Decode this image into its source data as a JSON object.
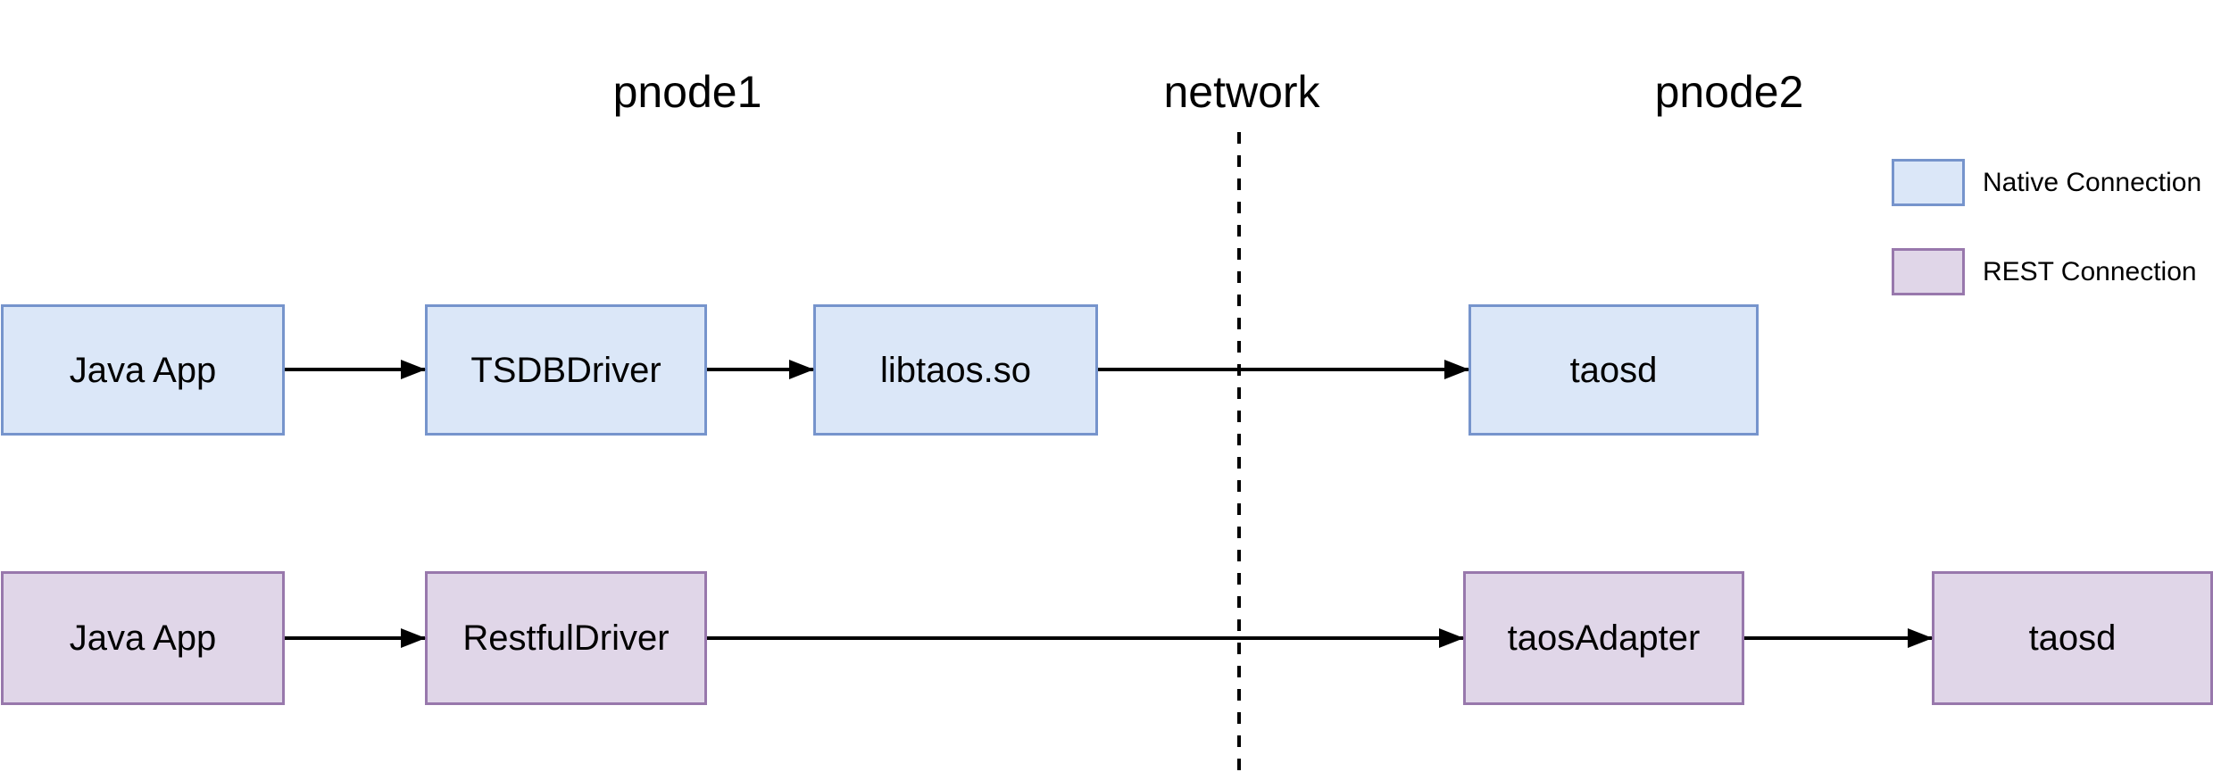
{
  "diagram": {
    "headers": {
      "pnode1": "pnode1",
      "network": "network",
      "pnode2": "pnode2"
    },
    "legend": {
      "native": {
        "label": "Native Connection",
        "fill": "#dbe7f8",
        "border": "#7694cc"
      },
      "rest": {
        "label": "REST Connection",
        "fill": "#e0d6e8",
        "border": "#9878ac"
      }
    },
    "colors": {
      "arrow": "#000000",
      "divider": "#000000",
      "text": "#000000",
      "background": "#ffffff"
    },
    "native_row": {
      "nodes": [
        "Java App",
        "TSDBDriver",
        "libtaos.so",
        "taosd"
      ]
    },
    "rest_row": {
      "nodes": [
        "Java App",
        "RestfulDriver",
        "taosAdapter",
        "taosd"
      ]
    }
  }
}
